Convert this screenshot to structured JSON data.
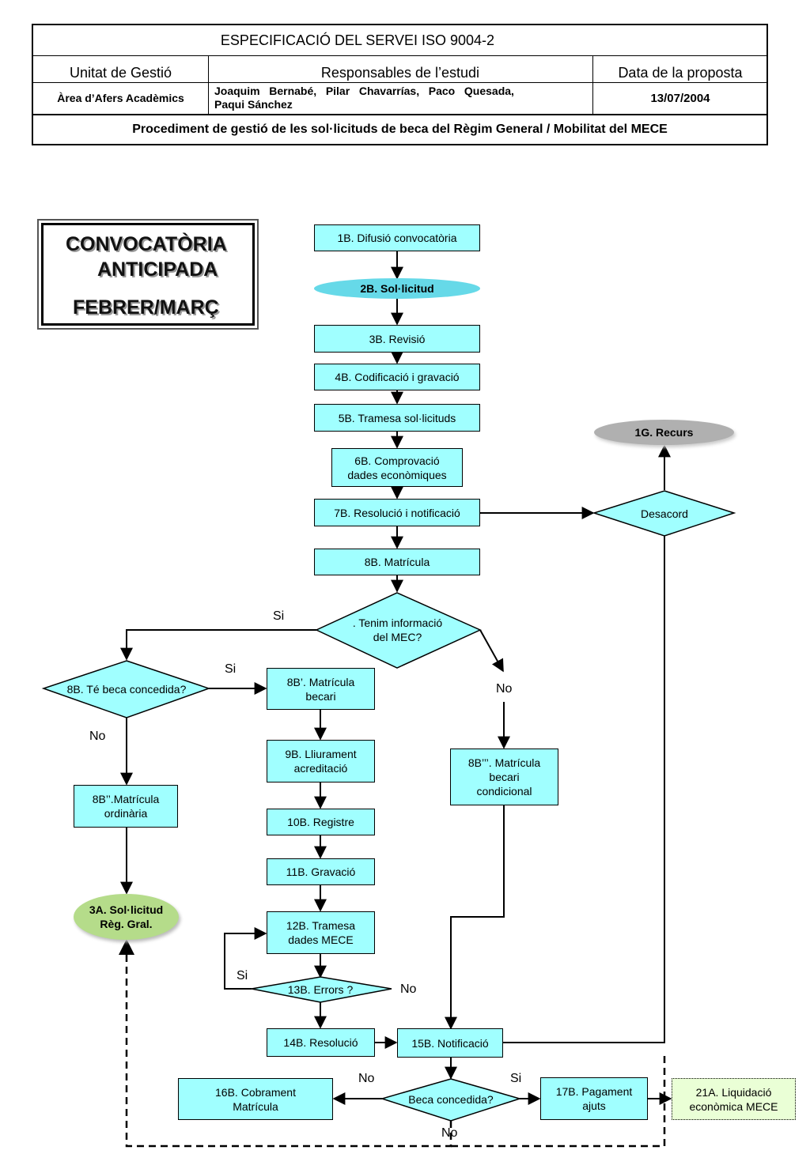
{
  "header": {
    "title": "ESPECIFICACIÓ    DEL    SERVEI    ISO 9004-2",
    "col1_label": "Unitat de Gestió",
    "col2_label": "Responsables de l’estudi",
    "col3_label": "Data de la proposta",
    "unit": "Àrea d’Afers Acadèmics",
    "responsibles_line1": "Joaquim   Bernabé,   Pilar   Chavarrías,   Paco   Quesada,",
    "responsibles_line2": "Paqui Sánchez",
    "date": "13/07/2004",
    "procedure": "Procediment de gestió de les sol·licituds de beca del Règim General / Mobilitat del MECE"
  },
  "banner": {
    "line1": "CONVOCATÒRIA",
    "line2": "ANTICIPADA",
    "line3": "FEBRER/MARÇ"
  },
  "nodes": {
    "n1b": "1B. Difusió convocatòria",
    "n2b": "2B. Sol·licitud",
    "n3b": "3B. Revisió",
    "n4b": "4B. Codificació i gravació",
    "n5b": "5B. Tramesa sol·licituds",
    "n6b_1": "6B. Comprovació",
    "n6b_2": "dades econòmiques",
    "n7b": "7B. Resolució i notificació",
    "n8b": "8B. Matrícula",
    "d_info_1": ". Tenim informació",
    "d_info_2": "del MEC?",
    "d_beca": "8B. Té beca concedida?",
    "n8b1_1": "8B’. Matrícula",
    "n8b1_2": "becari",
    "n8b2_1": "8B’’.Matrícula",
    "n8b2_2": "ordinària",
    "n8b3_1": "8B’’’. Matrícula",
    "n8b3_2": "becari",
    "n8b3_3": "condicional",
    "n9b_1": "9B. Lliurament",
    "n9b_2": "acreditació",
    "n10b": "10B. Registre",
    "n11b": "11B. Gravació",
    "n12b_1": "12B. Tramesa",
    "n12b_2": "dades MECE",
    "d_errors": "13B. Errors ?",
    "n14b": "14B. Resolució",
    "n15b": "15B. Notificació",
    "d_concedida": "Beca concedida?",
    "n16b_1": "16B. Cobrament",
    "n16b_2": "Matrícula",
    "n17b_1": "17B. Pagament",
    "n17b_2": "ajuts",
    "n21a_1": "21A. Liquidació",
    "n21a_2": "econòmica MECE",
    "n3a_1": "3A. Sol·licitud",
    "n3a_2": "Règ. Gral.",
    "n1g": "1G. Recurs",
    "d_desacord": "Desacord"
  },
  "edge_labels": {
    "si_info": "Si",
    "no_info": "No",
    "si_beca": "Si",
    "no_beca": "No",
    "si_errors": "Si",
    "no_errors": "No",
    "no_concedida_left": "No",
    "si_concedida": "Si",
    "no_concedida_bottom": "No"
  },
  "colors": {
    "process_fill": "#a0ffff",
    "oval_cyan": "#66d9e8",
    "oval_green": "#b5dc8a",
    "oval_gray": "#b0b0b0",
    "note_fill": "#eaffd6"
  }
}
